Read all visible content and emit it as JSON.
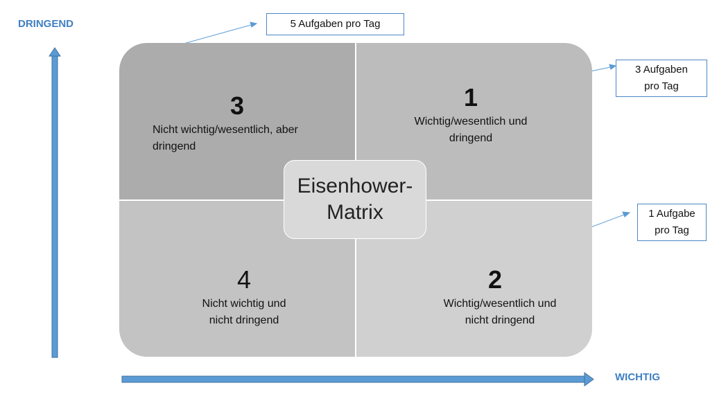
{
  "axes": {
    "y_label": "DRINGEND",
    "x_label": "WICHTIG",
    "color": "#3f7fc2"
  },
  "matrix": {
    "center_title_line1": "Eisenhower-",
    "center_title_line2": "Matrix",
    "quadrants": [
      {
        "number": "3",
        "line1": "Nicht wichtig/wesentlich, aber",
        "line2": "dringend",
        "color": "#acacac"
      },
      {
        "number": "1",
        "line1": "Wichtig/wesentlich und",
        "line2": "dringend",
        "color": "#bcbcbc"
      },
      {
        "number": "4",
        "line1": "Nicht wichtig und",
        "line2": "nicht dringend",
        "color": "#c3c3c3"
      },
      {
        "number": "2",
        "line1": "Wichtig/wesentlich und",
        "line2": "nicht dringend",
        "color": "#d0d0d0"
      }
    ]
  },
  "callouts": [
    {
      "line1": "5 Aufgaben pro Tag",
      "line2": ""
    },
    {
      "line1": "3 Aufgaben",
      "line2": "pro Tag"
    },
    {
      "line1": "1 Aufgabe",
      "line2": "pro Tag"
    }
  ]
}
